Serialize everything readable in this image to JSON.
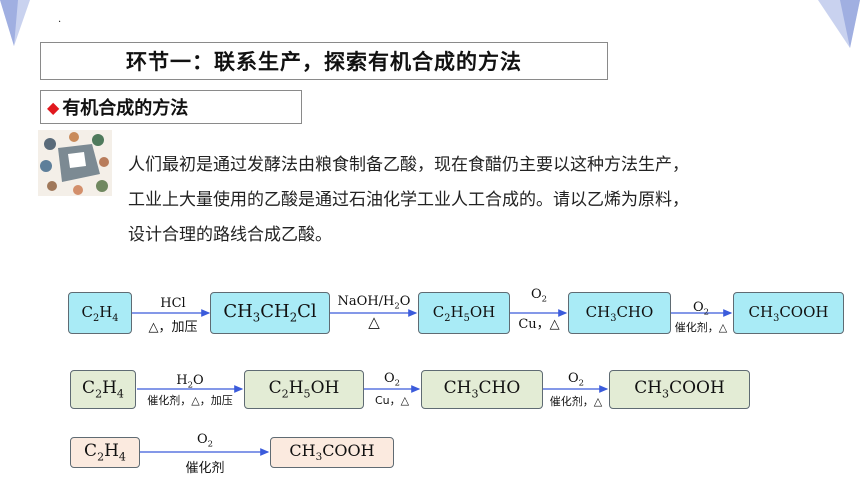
{
  "header": {
    "dot": ".",
    "section_title": "环节一：联系生产，探索有机合成的方法",
    "subheading_marker": "◆",
    "subheading": "有机合成的方法"
  },
  "paragraph": {
    "line1": "人们最初是通过发酵法由粮食制备乙酸，现在食醋仍主要以这种方法生产，",
    "line2": "工业上大量使用的乙酸是通过石油化学工业人工合成的。请以乙烯为原料，",
    "line3": "设计合理的路线合成乙酸。"
  },
  "routes": {
    "route1": {
      "c2h4": "C2H4",
      "hcl": "HCl",
      "cond1": "△，加压",
      "ch3ch2cl": "CH3CH2Cl",
      "naoh": "NaOH/H2O",
      "delta": "△",
      "c2h5oh": "C2H5OH",
      "o2_a": "O2",
      "cu_delta": "Cu，△",
      "ch3cho": "CH3CHO",
      "o2_b": "O2",
      "cat_delta": "催化剂，△",
      "ch3cooh": "CH3COOH"
    },
    "route2": {
      "c2h4": "C2H4",
      "h2o": "H2O",
      "cond1": "催化剂，△，加压",
      "c2h5oh": "C2H5OH",
      "o2_a": "O2",
      "cu_delta": "Cu，△",
      "ch3cho": "CH3CHO",
      "o2_b": "O2",
      "cat_delta": "催化剂，△",
      "ch3cooh": "CH3COOH"
    },
    "route3": {
      "c2h4": "C2H4",
      "o2": "O2",
      "catalyst": "催化剂",
      "ch3cooh": "CH3COOH"
    }
  },
  "colors": {
    "route1_fill": "#a9ebf6",
    "route2_fill": "#e3ecd5",
    "route3_fill": "#fbeadf",
    "arrow": "#3b5bdb",
    "marker": "#e1181e"
  }
}
